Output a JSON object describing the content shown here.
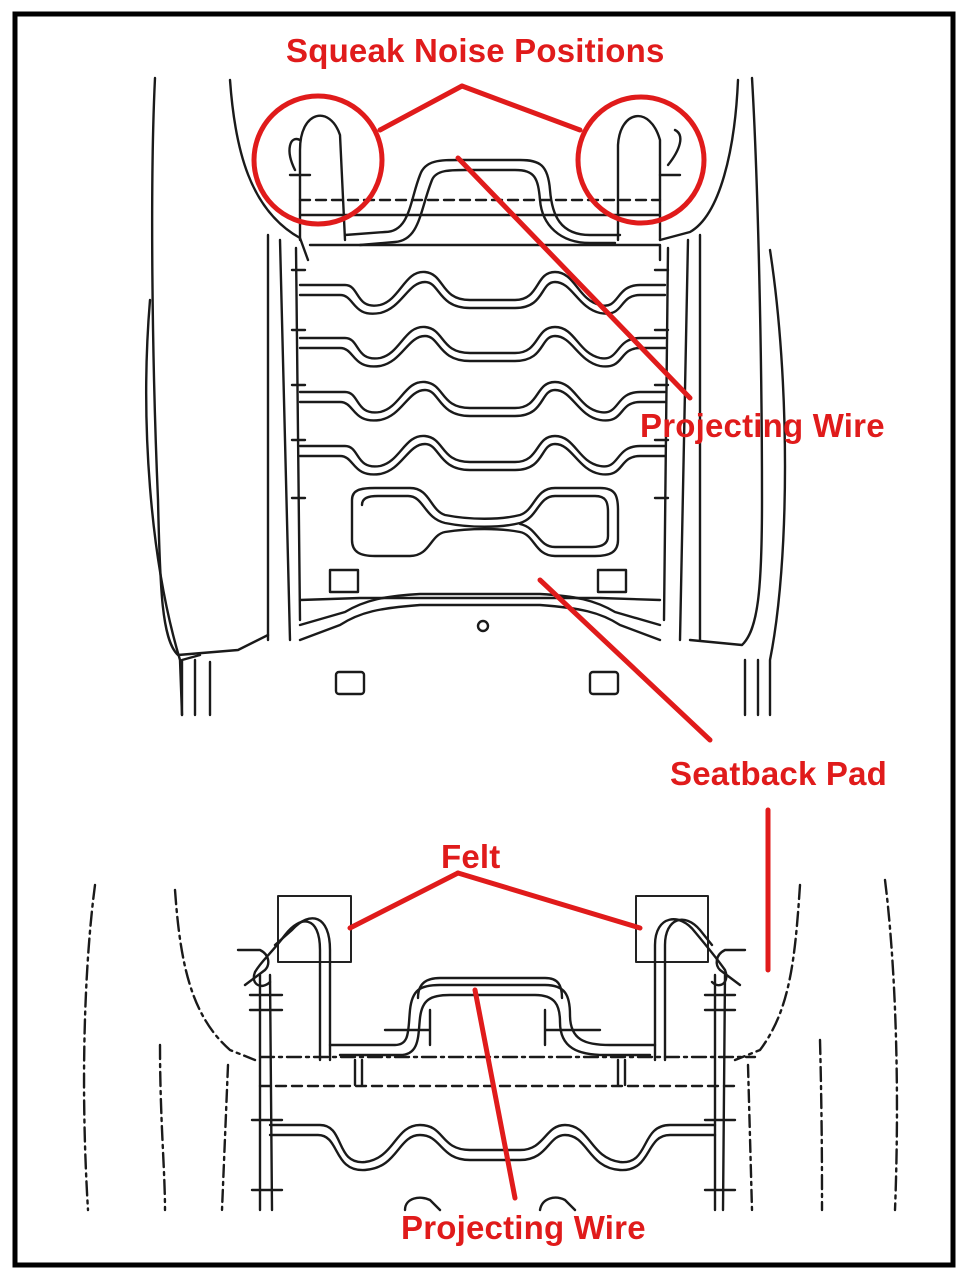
{
  "labels": {
    "squeak": "Squeak Noise Positions",
    "projecting_top": "Projecting Wire",
    "seatback": "Seatback Pad",
    "felt": "Felt",
    "projecting_bottom": "Projecting Wire"
  },
  "colors": {
    "annotation": "#e01b1b",
    "line_art": "#1a1a1a",
    "frame": "#000000",
    "background": "#ffffff"
  }
}
